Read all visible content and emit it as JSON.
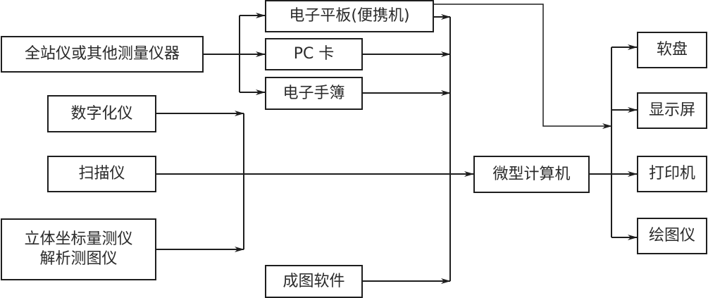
{
  "diagram": {
    "title": "",
    "colors": {
      "line": "#1e1e1e",
      "box_border": "#1e1e1e",
      "text": "#2a2a2a",
      "background": "#ffffff"
    },
    "nodes": {
      "total_station": {
        "label": "全站仪或其他测量仪器"
      },
      "tablet": {
        "label": "电子平板(便携机)"
      },
      "pc_card": {
        "label": "PC 卡"
      },
      "e_handbook": {
        "label": "电子手簿"
      },
      "digitizer": {
        "label": "数字化仪"
      },
      "scanner": {
        "label": "扫描仪"
      },
      "stereo": {
        "line1": "立体坐标量测仪",
        "line2": "解析测图仪"
      },
      "mapping_software": {
        "label": "成图软件"
      },
      "microcomputer": {
        "label": "微型计算机"
      },
      "floppy": {
        "label": "软盘"
      },
      "display": {
        "label": "显示屏"
      },
      "printer": {
        "label": "打印机"
      },
      "plotter": {
        "label": "绘图仪"
      }
    },
    "edges": [
      {
        "from": "total_station",
        "to": "tablet"
      },
      {
        "from": "total_station",
        "to": "pc_card"
      },
      {
        "from": "total_station",
        "to": "e_handbook"
      },
      {
        "from": "tablet",
        "to": "microcomputer"
      },
      {
        "from": "tablet",
        "to": "output_bus"
      },
      {
        "from": "pc_card",
        "to": "microcomputer"
      },
      {
        "from": "e_handbook",
        "to": "microcomputer"
      },
      {
        "from": "digitizer",
        "to": "microcomputer"
      },
      {
        "from": "scanner",
        "to": "microcomputer"
      },
      {
        "from": "stereo",
        "to": "microcomputer"
      },
      {
        "from": "mapping_software",
        "to": "microcomputer"
      },
      {
        "from": "microcomputer",
        "to": "floppy"
      },
      {
        "from": "microcomputer",
        "to": "display"
      },
      {
        "from": "microcomputer",
        "to": "printer"
      },
      {
        "from": "microcomputer",
        "to": "plotter"
      }
    ]
  }
}
